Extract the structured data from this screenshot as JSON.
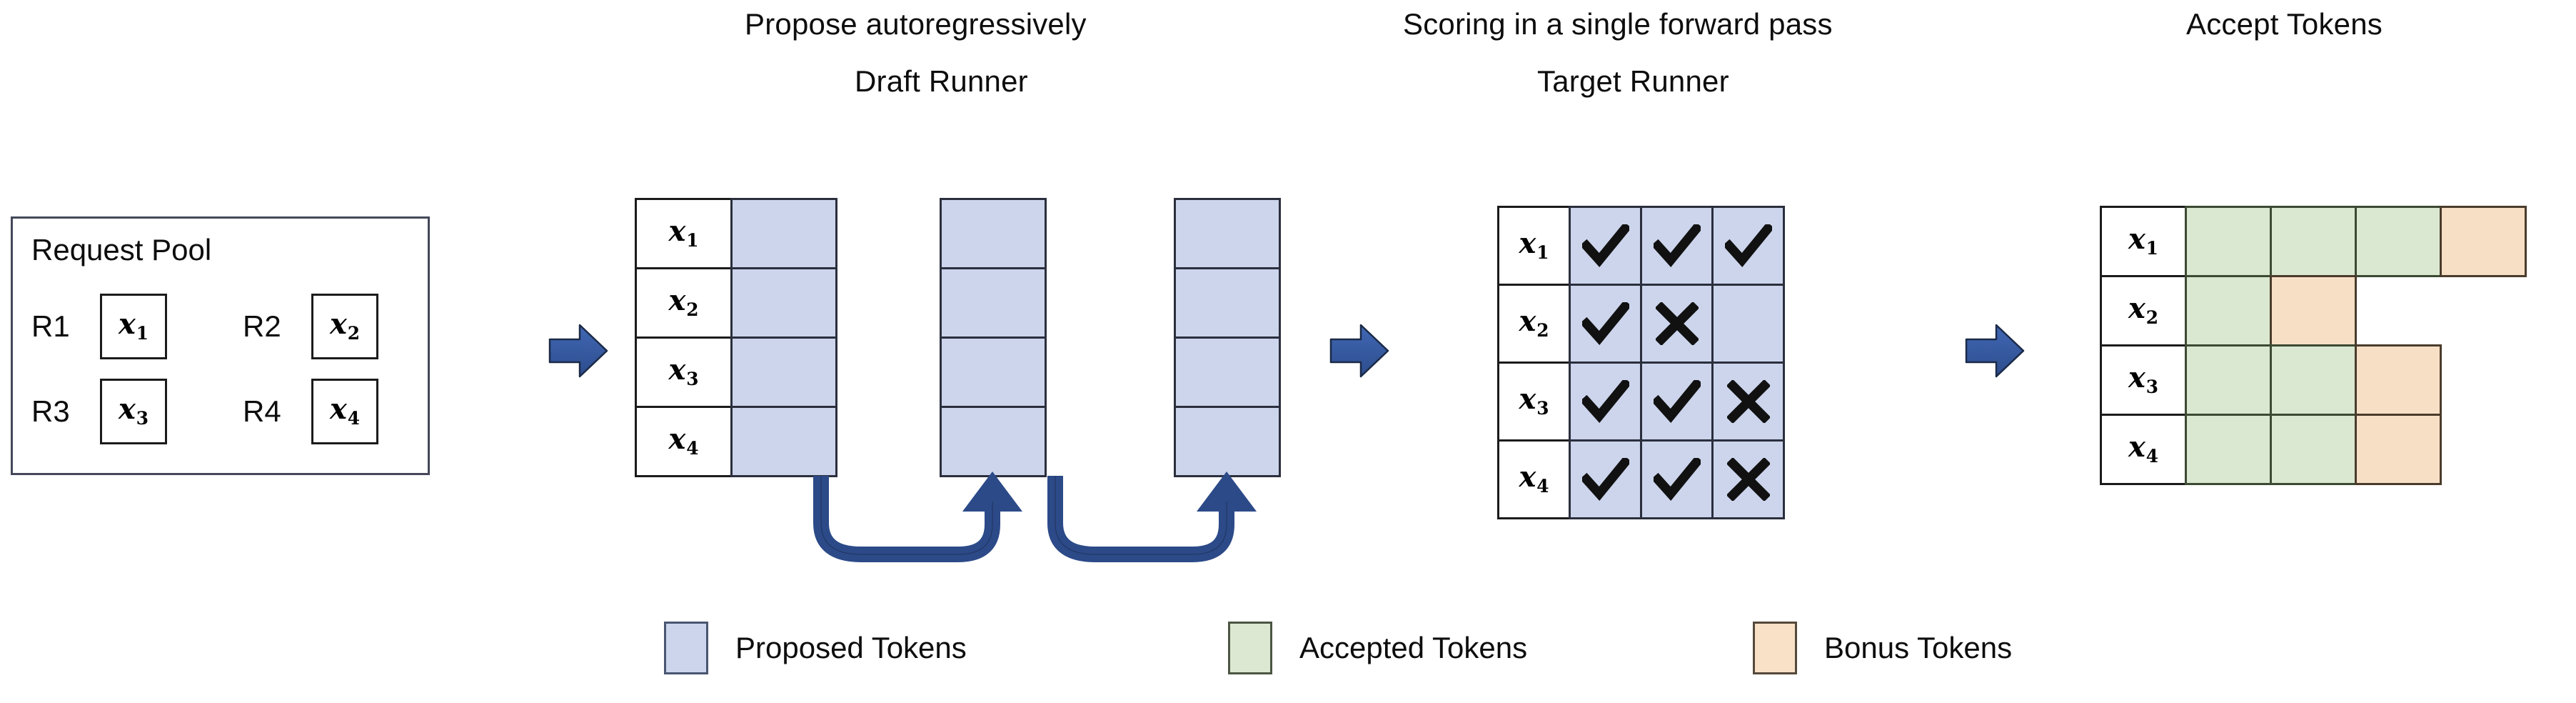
{
  "figure": {
    "caption_tokens": [
      "x1",
      "x2",
      "x3",
      "x4"
    ]
  },
  "stage_titles": {
    "propose": "Propose autoregressively",
    "draft_runner": "Draft Runner",
    "scoring": "Scoring in a single forward pass",
    "target_runner": "Target Runner",
    "accept": "Accept Tokens"
  },
  "request_pool": {
    "title": "Request Pool",
    "requests": [
      {
        "id": "R1",
        "token": "x",
        "sub": "1"
      },
      {
        "id": "R2",
        "token": "x",
        "sub": "2"
      },
      {
        "id": "R3",
        "token": "x",
        "sub": "3"
      },
      {
        "id": "R4",
        "token": "x",
        "sub": "4"
      }
    ]
  },
  "draft_runner": {
    "row_labels": [
      {
        "token": "x",
        "sub": "1"
      },
      {
        "token": "x",
        "sub": "2"
      },
      {
        "token": "x",
        "sub": "3"
      },
      {
        "token": "x",
        "sub": "4"
      }
    ],
    "steps": 3,
    "rows": 4,
    "cell_state": "proposed",
    "loop_arrow_count": 2
  },
  "target_runner": {
    "row_labels": [
      {
        "token": "x",
        "sub": "1"
      },
      {
        "token": "x",
        "sub": "2"
      },
      {
        "token": "x",
        "sub": "3"
      },
      {
        "token": "x",
        "sub": "4"
      }
    ],
    "marks": [
      [
        "check",
        "check",
        "check"
      ],
      [
        "check",
        "cross",
        ""
      ],
      [
        "check",
        "check",
        "cross"
      ],
      [
        "check",
        "check",
        "cross"
      ]
    ],
    "glyphs": {
      "check": "✔",
      "cross": "✘"
    }
  },
  "accept_tokens": {
    "row_labels": [
      {
        "token": "x",
        "sub": "1"
      },
      {
        "token": "x",
        "sub": "2"
      },
      {
        "token": "x",
        "sub": "3"
      },
      {
        "token": "x",
        "sub": "4"
      }
    ],
    "rows": [
      [
        "accepted",
        "accepted",
        "accepted",
        "bonus"
      ],
      [
        "accepted",
        "bonus"
      ],
      [
        "accepted",
        "accepted",
        "bonus"
      ],
      [
        "accepted",
        "accepted",
        "bonus"
      ]
    ]
  },
  "legend": {
    "items": [
      {
        "label": "Proposed Tokens",
        "swatch": "blue"
      },
      {
        "label": "Accepted Tokens",
        "swatch": "green"
      },
      {
        "label": "Bonus Tokens",
        "swatch": "orange"
      }
    ]
  },
  "colors": {
    "proposed": "#ccd5ec",
    "accepted": "#dbe8d1",
    "bonus": "#f7dfc6",
    "arrow_blue": "#37599d",
    "arrow_blue_dark": "#2c4a88",
    "outline": "#2b2f3d",
    "text": "#0d0d0d"
  },
  "flow_arrows": 3
}
